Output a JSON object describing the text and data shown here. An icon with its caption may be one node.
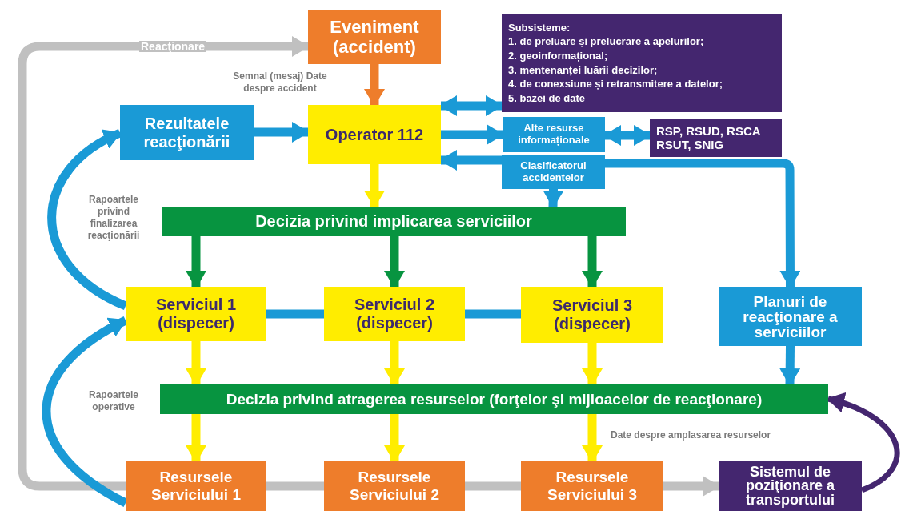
{
  "diagram": {
    "nodes": [
      {
        "text": [
          "Eveniment (accident)"
        ]
      },
      {
        "text": [
          "Subsisteme:",
          "1. de preluare și prelucrare a apelurilor;",
          "2. geoinformațional;",
          "3. mentenanței luării decizilor;",
          "4. de conexsiune și retransmitere a datelor;",
          "5. bazei de date"
        ]
      },
      {
        "text": [
          "Rezultatele reacţionării"
        ]
      },
      {
        "text": [
          "Operator 112"
        ]
      },
      {
        "text": [
          "Alte resurse informaționale"
        ]
      },
      {
        "text": [
          "RSP, RSUD, RSCA RSUT, SNIG"
        ]
      },
      {
        "text": [
          "Clasificatorul accidentelor"
        ]
      },
      {
        "text": [
          "Decizia privind implicarea serviciilor"
        ]
      },
      {
        "text": [
          "Serviciul 1 (dispecer)"
        ]
      },
      {
        "text": [
          "Serviciul 2 (dispecer)"
        ]
      },
      {
        "text": [
          "Serviciul 3 (dispecer)"
        ]
      },
      {
        "text": [
          "Planuri de reacţionare a serviciilor"
        ]
      },
      {
        "text": [
          "Decizia privind atragerea resurselor (forţelor şi mijloacelor de reacţionare)"
        ]
      },
      {
        "text": [
          "Resursele Serviciului 1"
        ]
      },
      {
        "text": [
          "Resursele Serviciului 2"
        ]
      },
      {
        "text": [
          "Resursele Serviciului 3"
        ]
      },
      {
        "text": [
          "Sistemul de poziţionare a transportului"
        ]
      }
    ],
    "edges": [
      {
        "from": 0,
        "to": 3,
        "arrow": "to",
        "color": "#ee7d2b"
      },
      {
        "from": 2,
        "to": 3,
        "arrow": "to"
      },
      {
        "from": 3,
        "to": 1,
        "arrow": "both"
      },
      {
        "from": 3,
        "to": 4,
        "arrow": "to"
      },
      {
        "from": 4,
        "to": 5,
        "arrow": "both"
      },
      {
        "from": 6,
        "to": 3,
        "arrow": "to"
      },
      {
        "from": 6,
        "to": 7,
        "arrow": "to"
      },
      {
        "from": 6,
        "to": 11,
        "arrow": "to"
      },
      {
        "from": 3,
        "to": 7,
        "arrow": "to",
        "color": "#ffed00"
      },
      {
        "from": 7,
        "to": 8,
        "arrow": "to",
        "color": "#079440"
      },
      {
        "from": 7,
        "to": 9,
        "arrow": "to",
        "color": "#079440"
      },
      {
        "from": 7,
        "to": 10,
        "arrow": "to",
        "color": "#079440"
      },
      {
        "from": 8,
        "to": 9,
        "arrow": "none"
      },
      {
        "from": 9,
        "to": 10,
        "arrow": "none"
      },
      {
        "from": 8,
        "to": 12,
        "arrow": "to",
        "color": "#ffed00"
      },
      {
        "from": 9,
        "to": 12,
        "arrow": "to",
        "color": "#ffed00"
      },
      {
        "from": 10,
        "to": 12,
        "arrow": "to",
        "color": "#ffed00"
      },
      {
        "from": 11,
        "to": 12,
        "arrow": "to"
      },
      {
        "from": 12,
        "to": 13,
        "arrow": "to",
        "color": "#ffed00"
      },
      {
        "from": 12,
        "to": 14,
        "arrow": "to",
        "color": "#ffed00"
      },
      {
        "from": 12,
        "to": 15,
        "arrow": "to",
        "color": "#ffed00"
      },
      {
        "from": 13,
        "to": 14,
        "arrow": "none",
        "color": "#c0c0c0"
      },
      {
        "from": 14,
        "to": 15,
        "arrow": "none",
        "color": "#c0c0c0"
      },
      {
        "from": 15,
        "to": 16,
        "arrow": "to",
        "color": "#c0c0c0"
      },
      {
        "from": 13,
        "to": 0,
        "arrow": "to",
        "label": "Reacţionare",
        "color": "#c0c0c0"
      },
      {
        "from": 16,
        "to": 12,
        "arrow": "to",
        "color": "#44266f"
      },
      {
        "from": 13,
        "to": 8,
        "arrow": "to"
      },
      {
        "from": 8,
        "to": 2,
        "arrow": "to"
      }
    ],
    "labels": [
      "Semnal (mesaj) Date despre accident",
      "Rapoartele privind finalizarea reacţionării",
      "Rapoartele operative",
      "Date despre amplasarea resurselor"
    ]
  }
}
